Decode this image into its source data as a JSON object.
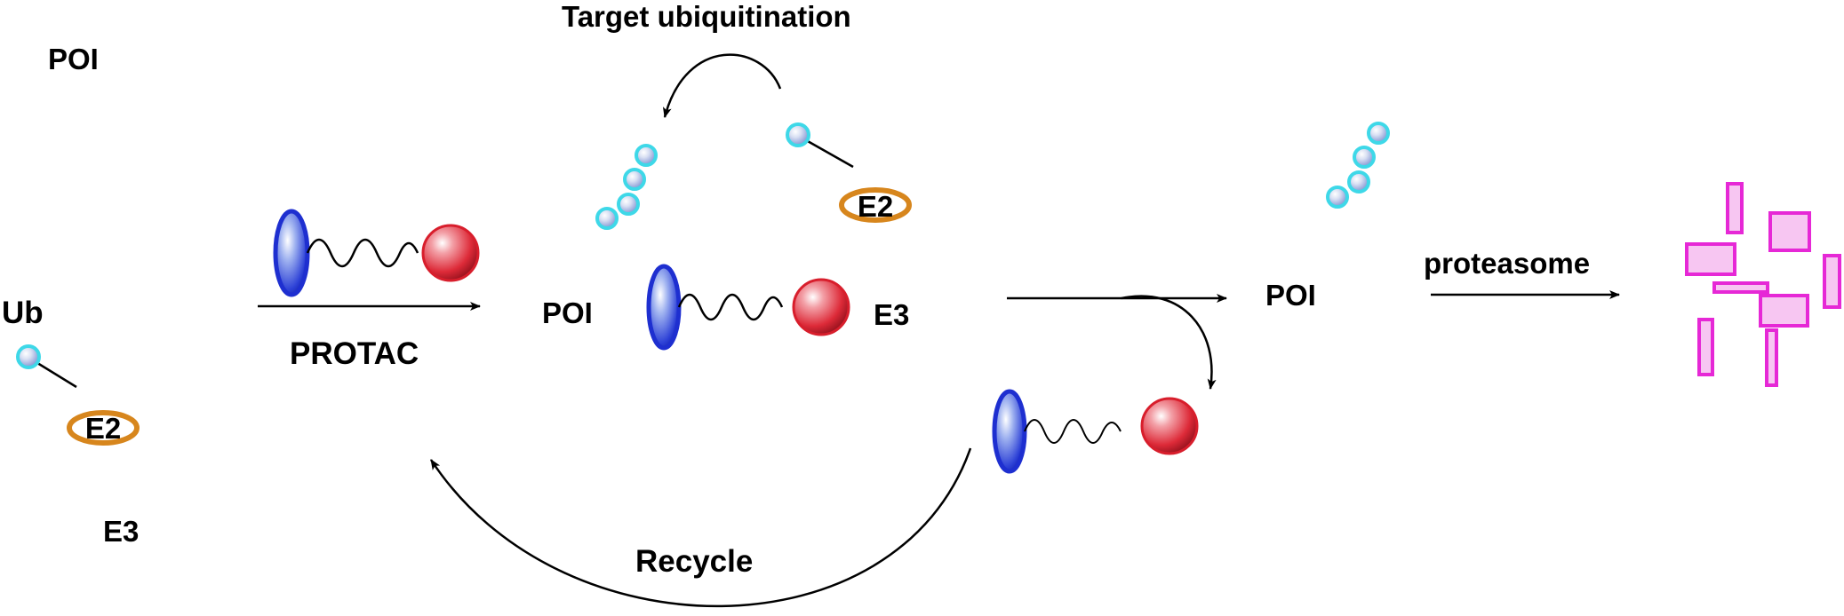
{
  "labels": {
    "target_ubiquitination": "Target ubiquitination",
    "poi_top_left": "POI",
    "ub": "Ub",
    "e2_left": "E2",
    "e3_left": "E3",
    "protac": "PROTAC",
    "poi_complex": "POI",
    "e3_complex": "E3",
    "e2_top": "E2",
    "poi_right": "POI",
    "proteasome": "proteasome",
    "recycle": "Recycle"
  },
  "colors": {
    "poi_ligand": "#1e2fd0",
    "e3_ligand": "#d81e2c",
    "ubiquitin": "#3ed8e8",
    "e2_ring": "#d7861d",
    "degraded_fragments": "#e628d6"
  }
}
